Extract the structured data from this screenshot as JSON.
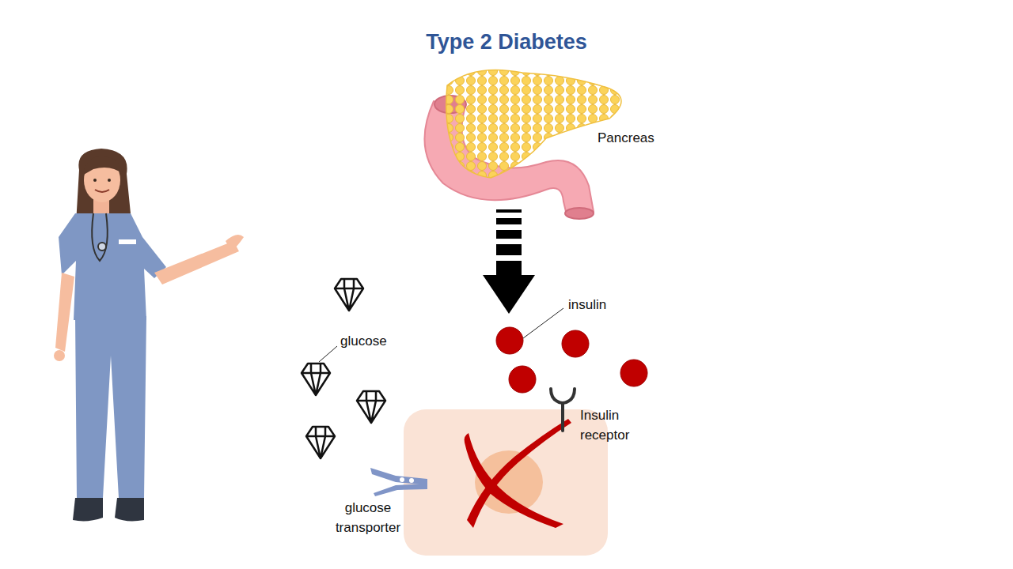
{
  "diagram": {
    "title": "Type 2 Diabetes",
    "labels": [
      "Pancreas",
      "insulin",
      "glucose",
      "Insulin receptor",
      "glucose transporter"
    ]
  }
}
